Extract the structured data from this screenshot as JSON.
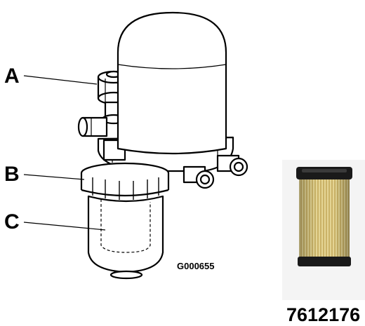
{
  "diagram": {
    "callouts": [
      {
        "id": "a",
        "label": "A"
      },
      {
        "id": "b",
        "label": "B"
      },
      {
        "id": "c",
        "label": "C"
      }
    ],
    "figure_code": "G000655",
    "part_number": "7612176",
    "colors": {
      "outline": "#000000",
      "fill": "#ffffff",
      "filter_pleats": "#d9c77a",
      "filter_caps": "#1a1a1a"
    }
  }
}
